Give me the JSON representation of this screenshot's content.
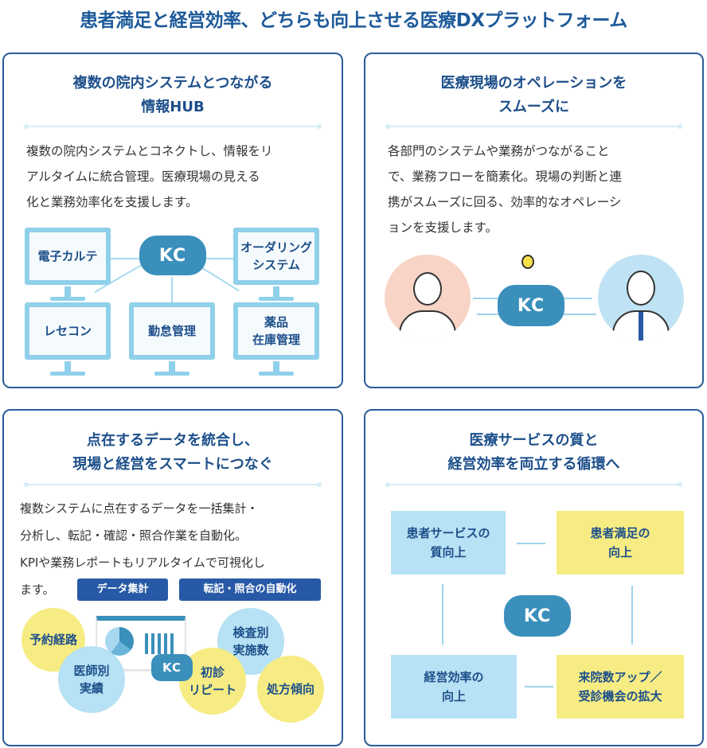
{
  "header": {
    "title": "患者満足と経営効率、どちらも向上させる医療DXプラットフォーム"
  },
  "logo": "KC",
  "card1": {
    "title1": "複数の院内システムとつながる",
    "title2": "情報HUB",
    "text1": "複数の院内システムとコネクトし、情報をリ",
    "text2": "アルタイムに統合管理。医療現場の見える",
    "text3": "化と業務効率化を支援します。",
    "systems": [
      "電子カルテ",
      "オーダリング\nシステム",
      "レセコン",
      "勤怠管理",
      "薬品\n在庫管理"
    ]
  },
  "card2": {
    "title1": "医療現場のオペレーションを",
    "title2": "スムーズに",
    "text1": "各部門のシステムや業務がつながること",
    "text2": "で、業務フローを簡素化。現場の判断と連",
    "text3": "携がスムーズに回る、効率的なオペレーシ",
    "text4": "ョンを支援します。"
  },
  "card3": {
    "title1": "点在するデータを統合し、",
    "title2": "現場と経営をスマートにつなぐ",
    "text1": "複数システムに点在するデータを一括集計・",
    "text2": "分析し、転記・確認・照合作業を自動化。",
    "text3": "KPIや業務レポートもリアルタイムで可視化し",
    "text4": "ます。",
    "tags": [
      "データ集計",
      "転記・照合の自動化"
    ],
    "bubbles": [
      "予約経路",
      "医師別\n実績",
      "検査別\n実施数",
      "初診\nリピート",
      "処方傾向"
    ]
  },
  "card4": {
    "title1": "医療サービスの質と",
    "title2": "経営効率を両立する循環へ",
    "cycle": [
      "患者サービスの\n質向上",
      "患者満足の\n向上",
      "来院数アップ／\n受診機会の拡大",
      "経営効率の\n向上"
    ]
  },
  "colors": {
    "navy": "#1d4f8a",
    "border": "#2a5d97",
    "kc": "#3a8fbb",
    "yellow": "#f6ec83",
    "lightblue": "#b7e1f4"
  }
}
